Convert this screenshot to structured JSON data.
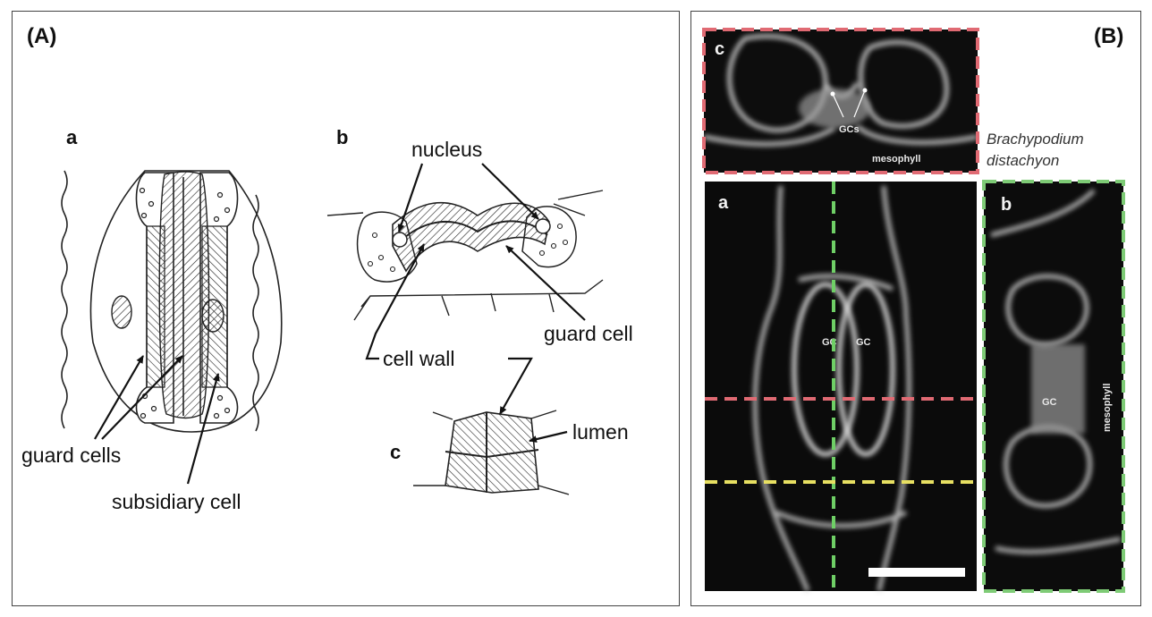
{
  "panelA": {
    "label": "(A)",
    "a": {
      "sublabel": "a",
      "guard_cells": "guard cells",
      "subsidiary_cell": "subsidiary cell"
    },
    "b": {
      "sublabel": "b",
      "nucleus": "nucleus",
      "guard_cell": "guard cell",
      "cell_wall": "cell wall"
    },
    "c": {
      "sublabel": "c",
      "lumen": "lumen"
    }
  },
  "panelB": {
    "label": "(B)",
    "species_line1": "Brachypodium",
    "species_line2": "distachyon",
    "c": {
      "sublabel": "c",
      "gcs": "GCs",
      "mesophyll": "mesophyll",
      "border_color": "#e06a73"
    },
    "a": {
      "sublabel": "a",
      "gc_left": "GC",
      "gc_right": "GC",
      "line_vertical_color": "#6fcf66",
      "line_red_color": "#e06a73",
      "line_yellow_color": "#e8e062"
    },
    "b": {
      "sublabel": "b",
      "gc": "GC",
      "mesophyll": "mesophyll",
      "border_color": "#7ecb76"
    }
  }
}
